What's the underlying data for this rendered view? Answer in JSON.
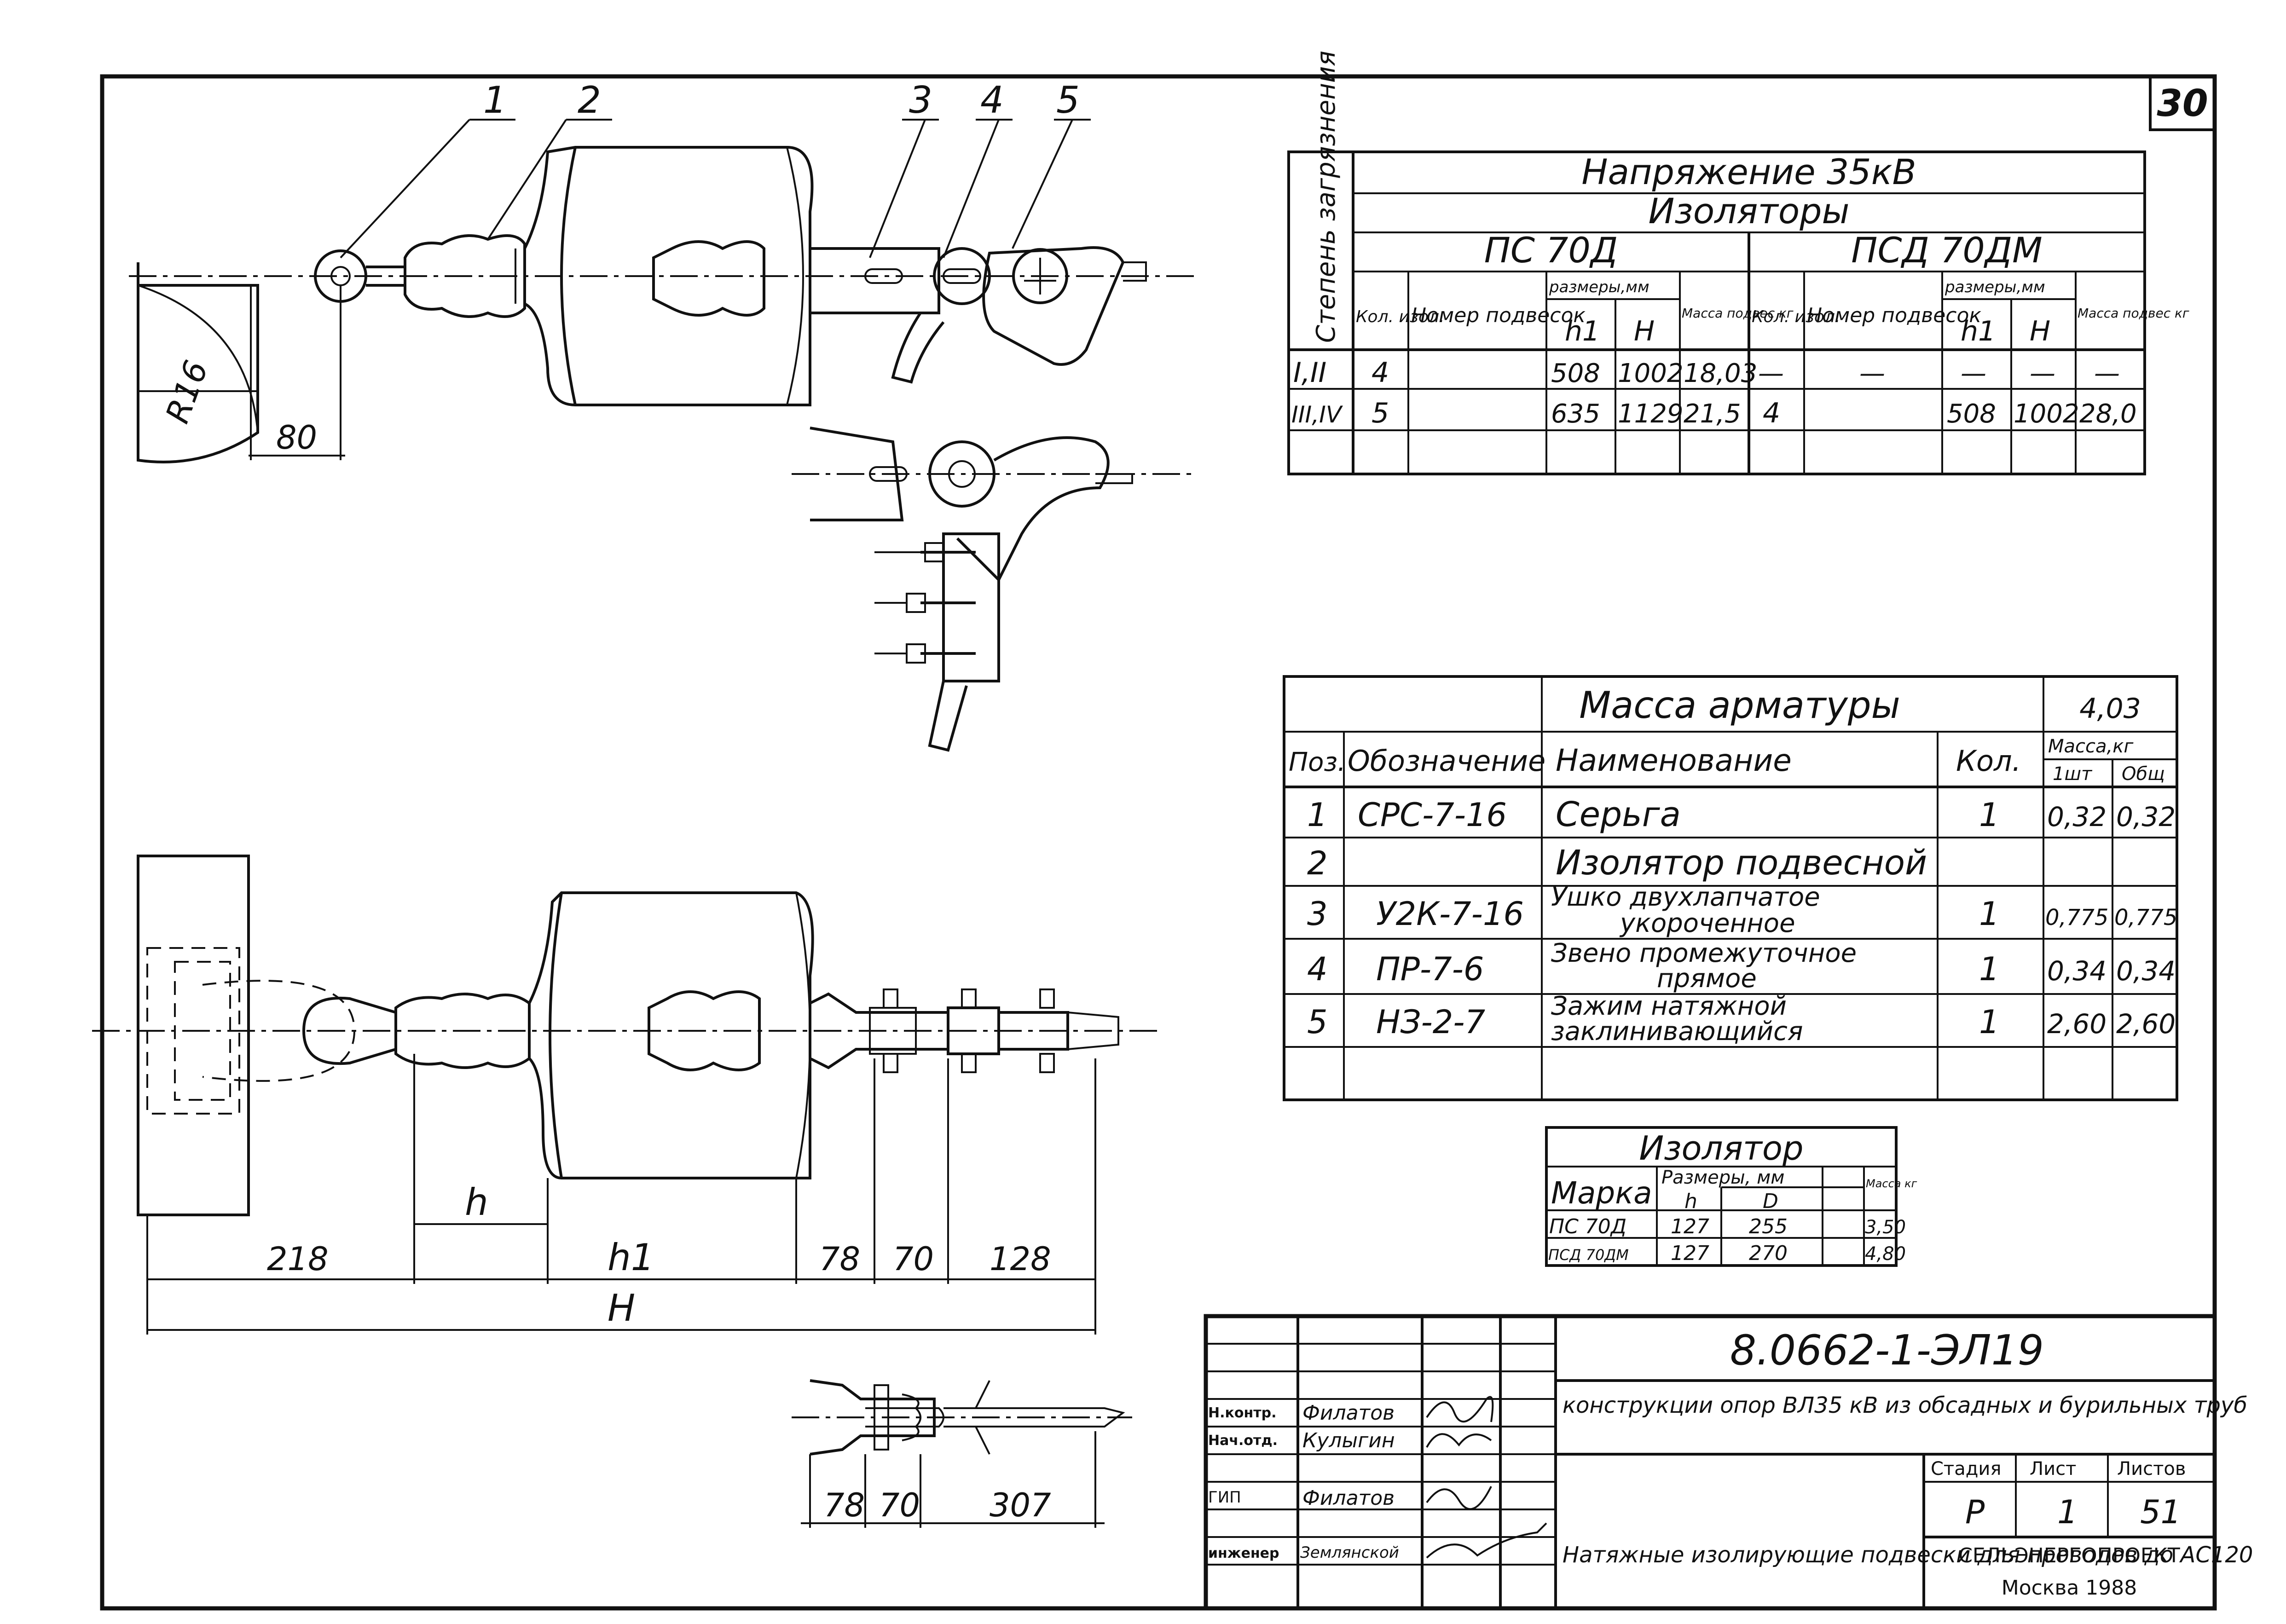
{
  "sheet_number": "30",
  "drawing": {
    "callouts": [
      "1",
      "2",
      "3",
      "4",
      "5"
    ],
    "dim_R": "R16",
    "dim_80": "80",
    "dims_bottom": {
      "d218": "218",
      "h": "h",
      "h1": "h1",
      "d78": "78",
      "d70": "70",
      "d128": "128",
      "H": "H"
    },
    "dims_small": {
      "d78": "78",
      "d70": "70",
      "d307": "307"
    }
  },
  "table_voltage": {
    "side_header": "Степень загрязнения",
    "title": "Напряжение 35кВ",
    "subtitle": "Изоляторы",
    "group1": "ПС 70Д",
    "group2": "ПСД 70ДМ",
    "col_headers": {
      "qty": "Кол. изол.",
      "num": "Номер подвесок",
      "sizes": "размеры,мм",
      "h1": "h1",
      "H": "H",
      "mass": "Масса подвес кг"
    },
    "rows": [
      {
        "deg": "I,II",
        "q1": "4",
        "n1": "",
        "h1": "508",
        "H1": "1002",
        "m1": "18,03",
        "q2": "—",
        "n2": "—",
        "h2": "—",
        "H2": "—",
        "m2": "—"
      },
      {
        "deg": "III,IV",
        "q1": "5",
        "n1": "",
        "h1": "635",
        "H1": "1129",
        "m1": "21,5",
        "q2": "4",
        "n2": "",
        "h2": "508",
        "H2": "1002",
        "m2": "28,0"
      }
    ]
  },
  "table_parts": {
    "title": "Масса арматуры",
    "total": "4,03",
    "headers": {
      "pos": "Поз.",
      "code": "Обозначение",
      "name": "Наименование",
      "qty": "Кол.",
      "mass": "Масса,кг",
      "unit": "1шт",
      "total": "Общ"
    },
    "rows": [
      {
        "pos": "1",
        "code": "СРС-7-16",
        "name1": "Серьга",
        "name2": "",
        "qty": "1",
        "unit": "0,32",
        "total": "0,32"
      },
      {
        "pos": "2",
        "code": "",
        "name1": "Изолятор подвесной",
        "name2": "",
        "qty": "",
        "unit": "",
        "total": ""
      },
      {
        "pos": "3",
        "code": "У2К-7-16",
        "name1": "Ушко двухлапчатое",
        "name2": "укороченное",
        "qty": "1",
        "unit": "0,775",
        "total": "0,775"
      },
      {
        "pos": "4",
        "code": "ПР-7-6",
        "name1": "Звено промежуточное",
        "name2": "прямое",
        "qty": "1",
        "unit": "0,34",
        "total": "0,34"
      },
      {
        "pos": "5",
        "code": "НЗ-2-7",
        "name1": "Зажим натяжной",
        "name2": "заклинивающийся",
        "qty": "1",
        "unit": "2,60",
        "total": "2,60"
      }
    ]
  },
  "table_insulator": {
    "title": "Изолятор",
    "headers": {
      "mark": "Марка",
      "sizes": "Размеры, мм",
      "h": "h",
      "D": "D",
      "mass": "Масса кг"
    },
    "rows": [
      {
        "mark": "ПС 70Д",
        "h": "127",
        "D": "255",
        "m": "3,50"
      },
      {
        "mark": "ПСД 70ДМ",
        "h": "127",
        "D": "270",
        "m": "4,80"
      }
    ]
  },
  "title_block": {
    "code": "8.0662-1-ЭЛ19",
    "description": "конструкции опор ВЛ35 кВ из обсадных и бурильных труб",
    "title": "Натяжные изолирующие подвески для проводов до АС120",
    "org": "СЕЛЬЭНЕРГОПРОЕКТ",
    "city": "Москва 1988",
    "stage_label": "Стадия",
    "sheet_label": "Лист",
    "sheets_label": "Листов",
    "stage": "Р",
    "sheet": "1",
    "sheets": "51",
    "people": [
      {
        "role": "Н.контр.",
        "name": "Филатов"
      },
      {
        "role": "Нач.отд.",
        "name": "Кулыгин"
      },
      {
        "role": "ГИП",
        "name": "Филатов"
      },
      {
        "role": "инженер",
        "name": "Землянской"
      }
    ]
  }
}
